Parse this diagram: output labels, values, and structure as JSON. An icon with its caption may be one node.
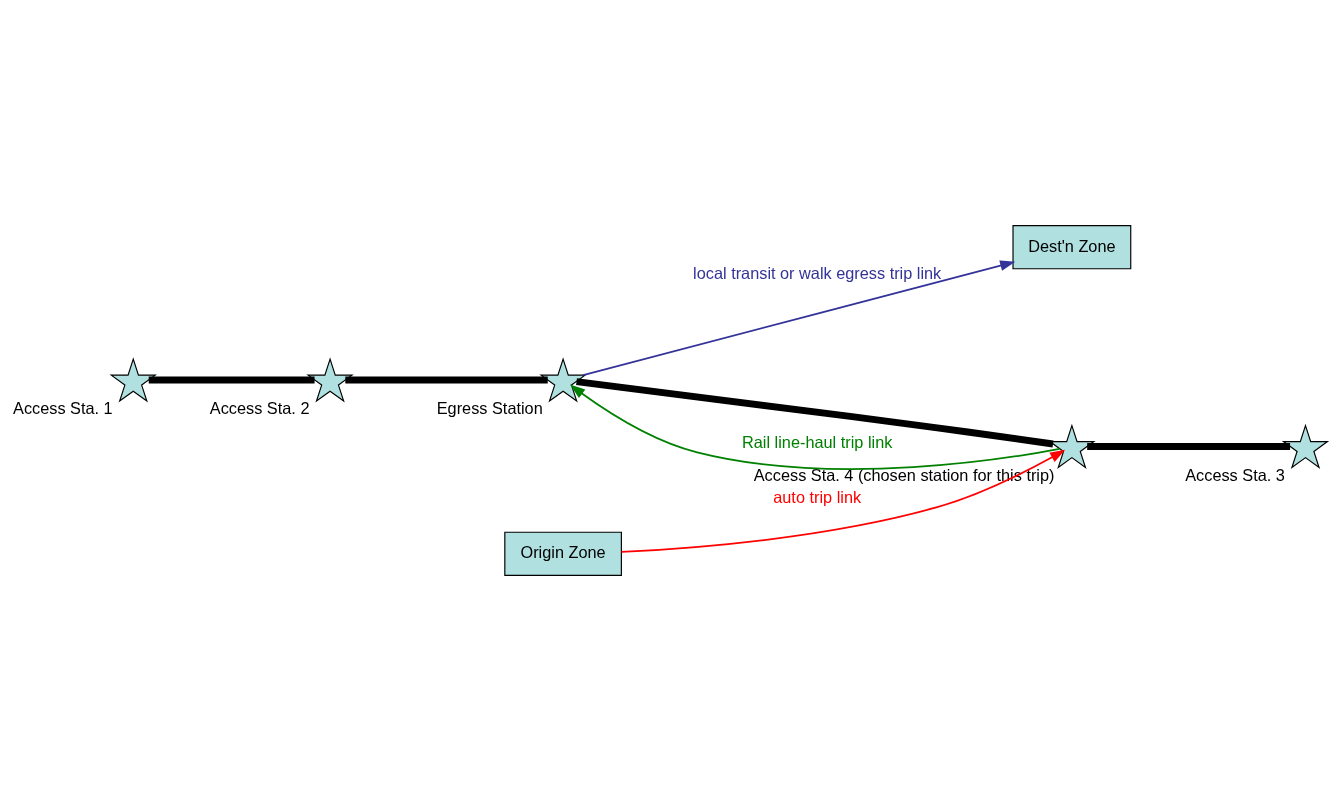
{
  "diagram": {
    "nodes": [
      {
        "text": [
          "Access Sta. 1"
        ]
      },
      {
        "text": [
          "Access Sta. 2"
        ]
      },
      {
        "text": [
          "Origin Zone"
        ]
      },
      {
        "text": [
          "Egress Station"
        ]
      },
      {
        "text": [
          "Access Sta. 4 (chosen station for this trip)"
        ]
      },
      {
        "text": [
          "Access Sta. 3"
        ]
      },
      {
        "text": [
          "Dest'n Zone"
        ]
      }
    ],
    "edges": [
      {
        "from": 0,
        "to": 1,
        "arrow": "none"
      },
      {
        "from": 1,
        "to": 3,
        "arrow": "none"
      },
      {
        "from": 3,
        "to": 4,
        "arrow": "none"
      },
      {
        "from": 4,
        "to": 5,
        "arrow": "none"
      },
      {
        "from": 2,
        "to": 4,
        "arrow": "to",
        "label": "auto trip link",
        "color": "#ff0000"
      },
      {
        "from": 4,
        "to": 3,
        "arrow": "to",
        "label": "Rail line-haul trip link",
        "color": "#008000"
      },
      {
        "from": 3,
        "to": 6,
        "arrow": "to",
        "label": "local transit or walk egress trip link",
        "color": "#333399"
      }
    ]
  }
}
